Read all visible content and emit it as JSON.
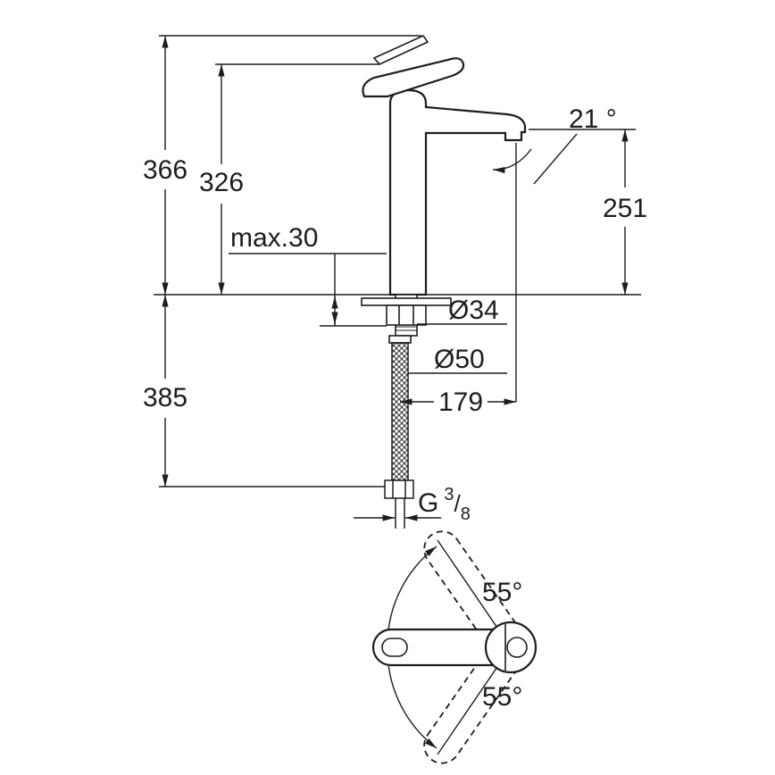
{
  "drawing": {
    "type": "technical-dimension-drawing",
    "subject": "single-lever tall basin mixer faucet: side elevation with mounting detail, flexible hose, and top view of handle swivel range",
    "line_color": "#1d1d1b",
    "background": "#ffffff",
    "dimensions": {
      "overall_height": "366",
      "height_to_lever": "326",
      "outlet_height": "251",
      "max_deck_thickness": "max.30",
      "spout_angle": "21 °",
      "hole_diameter": "Ø34",
      "base_diameter": "Ø50",
      "spout_reach": "179",
      "hose_length": "385",
      "thread": {
        "prefix": "G",
        "numerator": "3",
        "slash": "/",
        "denominator": "8"
      },
      "swivel_upper": "55°",
      "swivel_lower": "55°"
    }
  }
}
